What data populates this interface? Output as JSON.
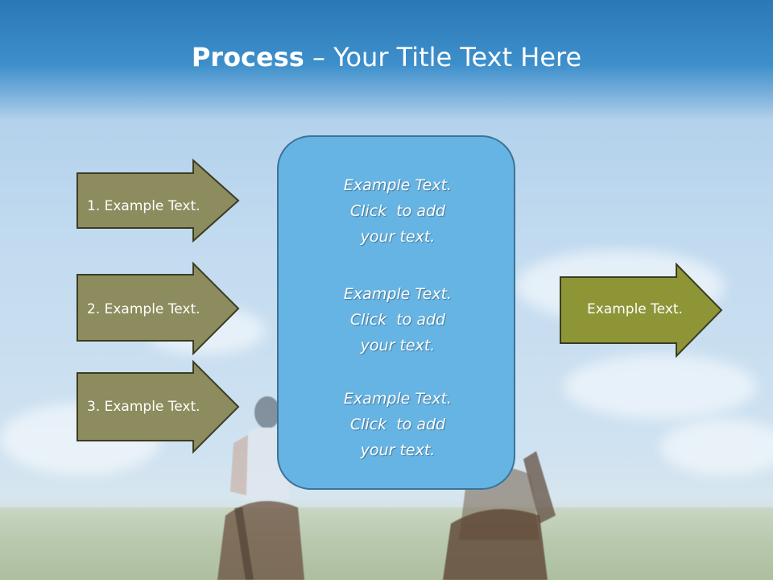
{
  "slide": {
    "title_bold": "Process",
    "title_rest": " – Your Title Text Here"
  },
  "left_arrows": [
    {
      "label": "1. Example Text."
    },
    {
      "label": "2. Example Text."
    },
    {
      "label": "3. Example Text."
    }
  ],
  "center_box": {
    "paragraphs": [
      {
        "line1": "Example Text.",
        "line2": "Click  to add",
        "line3": "your text."
      },
      {
        "line1": "Example Text.",
        "line2": "Click  to add",
        "line3": "your text."
      },
      {
        "line1": "Example Text.",
        "line2": "Click  to add",
        "line3": "your text."
      }
    ]
  },
  "right_arrow": {
    "label": "Example Text."
  },
  "colors": {
    "left_arrow_fill": "#8c8c5e",
    "right_arrow_fill": "#8e9537",
    "arrow_stroke": "#3c3c22",
    "center_fill": "#66b4e4",
    "center_stroke": "#3d7398",
    "header_blue": "#2b78b5"
  }
}
